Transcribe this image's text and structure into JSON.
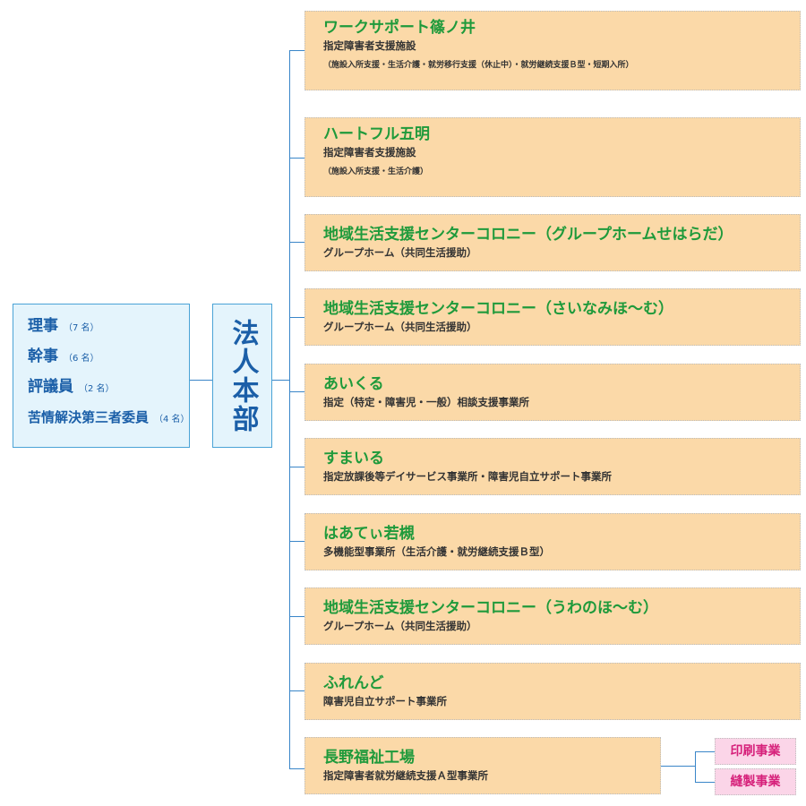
{
  "board": {
    "items": [
      {
        "role": "理事",
        "count": "（7 名）"
      },
      {
        "role": "幹事",
        "count": "（6 名）"
      },
      {
        "role": "評議員",
        "count": "（2 名）"
      },
      {
        "role": "苦情解決第三者委員",
        "count": "（4 名）"
      }
    ]
  },
  "hq": {
    "label": "法人本部"
  },
  "facilities": [
    {
      "name": "ワークサポート篠ノ井",
      "desc": "指定障害者支援施設",
      "sub": "（施設入所支援・生活介護・就労移行支援（休止中）・就労継続支援Ｂ型・短期入所）"
    },
    {
      "name": "ハートフル五明",
      "desc": "指定障害者支援施設",
      "sub": "（施設入所支援・生活介護）"
    },
    {
      "name": "地域生活支援センターコロニー（グループホームせはらだ）",
      "desc": "グループホーム（共同生活援助）"
    },
    {
      "name": "地域生活支援センターコロニー（さいなみほ～む）",
      "desc": "グループホーム（共同生活援助）"
    },
    {
      "name": "あいくる",
      "desc": "指定（特定・障害児・一般）相談支援事業所"
    },
    {
      "name": "すまいる",
      "desc": "指定放課後等デイサービス事業所・障害児自立サポート事業所"
    },
    {
      "name": "はあてぃ若槻",
      "desc": "多機能型事業所（生活介護・就労継続支援Ｂ型）"
    },
    {
      "name": "地域生活支援センターコロニー（うわのほ～む）",
      "desc": "グループホーム（共同生活援助）"
    },
    {
      "name": "ふれんど",
      "desc": "障害児自立サポート事業所"
    },
    {
      "name": "長野福祉工場",
      "desc": "指定障害者就労継続支援Ａ型事業所"
    }
  ],
  "businesses": [
    "印刷事業",
    "縫製事業"
  ]
}
